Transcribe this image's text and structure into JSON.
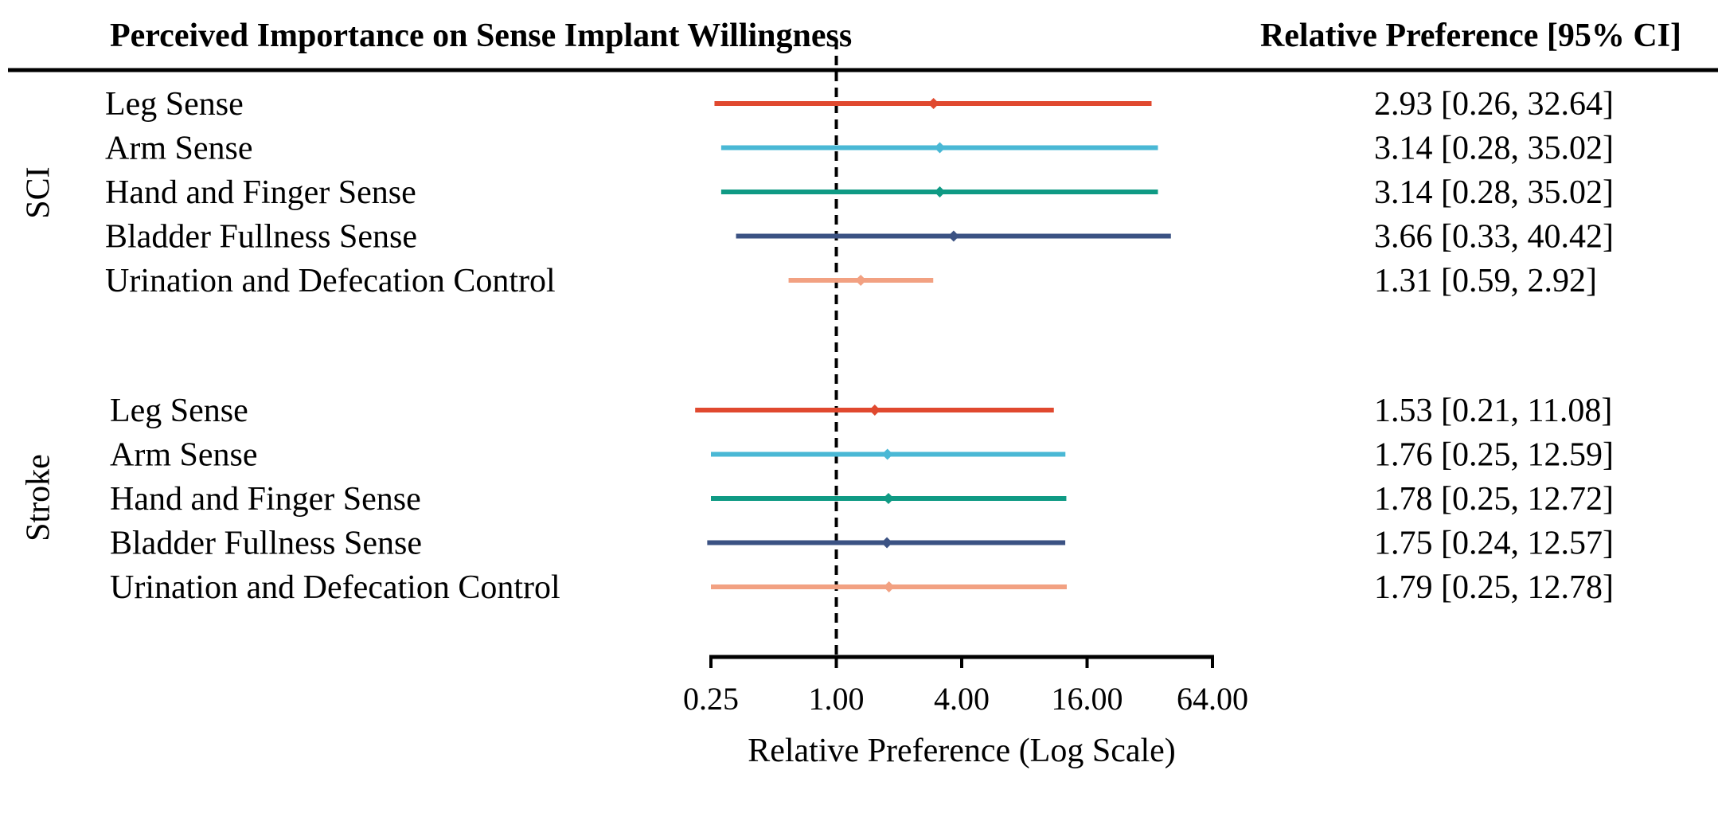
{
  "chart_data": {
    "type": "forest",
    "title": "Perceived Importance on Sense Implant Willingness",
    "ci_header": "Relative Preference [95% CI]",
    "xlabel": "Relative Preference (Log Scale)",
    "x_scale": "log2",
    "xlim": [
      0.25,
      64
    ],
    "xticks": [
      0.25,
      1,
      4,
      16,
      64
    ],
    "xtick_labels": [
      "0.25",
      "1.00",
      "4.00",
      "16.00",
      "64.00"
    ],
    "reference_line": 1,
    "colors": {
      "Leg Sense": "#e0492f",
      "Arm Sense": "#4ab8d5",
      "Hand and Finger Sense": "#0f9a84",
      "Bladder Fullness Sense": "#3b5283",
      "Urination and Defecation Control": "#f2a182"
    },
    "groups": [
      {
        "name": "SCI",
        "rows": [
          {
            "label": "Leg Sense",
            "estimate": 2.93,
            "lower": 0.26,
            "upper": 32.64,
            "text": "2.93 [0.26, 32.64]"
          },
          {
            "label": "Arm Sense",
            "estimate": 3.14,
            "lower": 0.28,
            "upper": 35.02,
            "text": "3.14 [0.28, 35.02]"
          },
          {
            "label": "Hand and Finger Sense",
            "estimate": 3.14,
            "lower": 0.28,
            "upper": 35.02,
            "text": "3.14 [0.28, 35.02]"
          },
          {
            "label": "Bladder Fullness Sense",
            "estimate": 3.66,
            "lower": 0.33,
            "upper": 40.42,
            "text": "3.66 [0.33, 40.42]"
          },
          {
            "label": "Urination and Defecation Control",
            "estimate": 1.31,
            "lower": 0.59,
            "upper": 2.92,
            "text": "1.31 [0.59, 2.92]"
          }
        ]
      },
      {
        "name": "Stroke",
        "rows": [
          {
            "label": "Leg Sense",
            "estimate": 1.53,
            "lower": 0.21,
            "upper": 11.08,
            "text": "1.53 [0.21, 11.08]"
          },
          {
            "label": "Arm Sense",
            "estimate": 1.76,
            "lower": 0.25,
            "upper": 12.59,
            "text": "1.76 [0.25, 12.59]"
          },
          {
            "label": "Hand and Finger Sense",
            "estimate": 1.78,
            "lower": 0.25,
            "upper": 12.72,
            "text": "1.78 [0.25, 12.72]"
          },
          {
            "label": "Bladder Fullness Sense",
            "estimate": 1.75,
            "lower": 0.24,
            "upper": 12.57,
            "text": "1.75 [0.24, 12.57]"
          },
          {
            "label": "Urination and Defecation Control",
            "estimate": 1.79,
            "lower": 0.25,
            "upper": 12.78,
            "text": "1.79 [0.25, 12.78]"
          }
        ]
      }
    ]
  }
}
